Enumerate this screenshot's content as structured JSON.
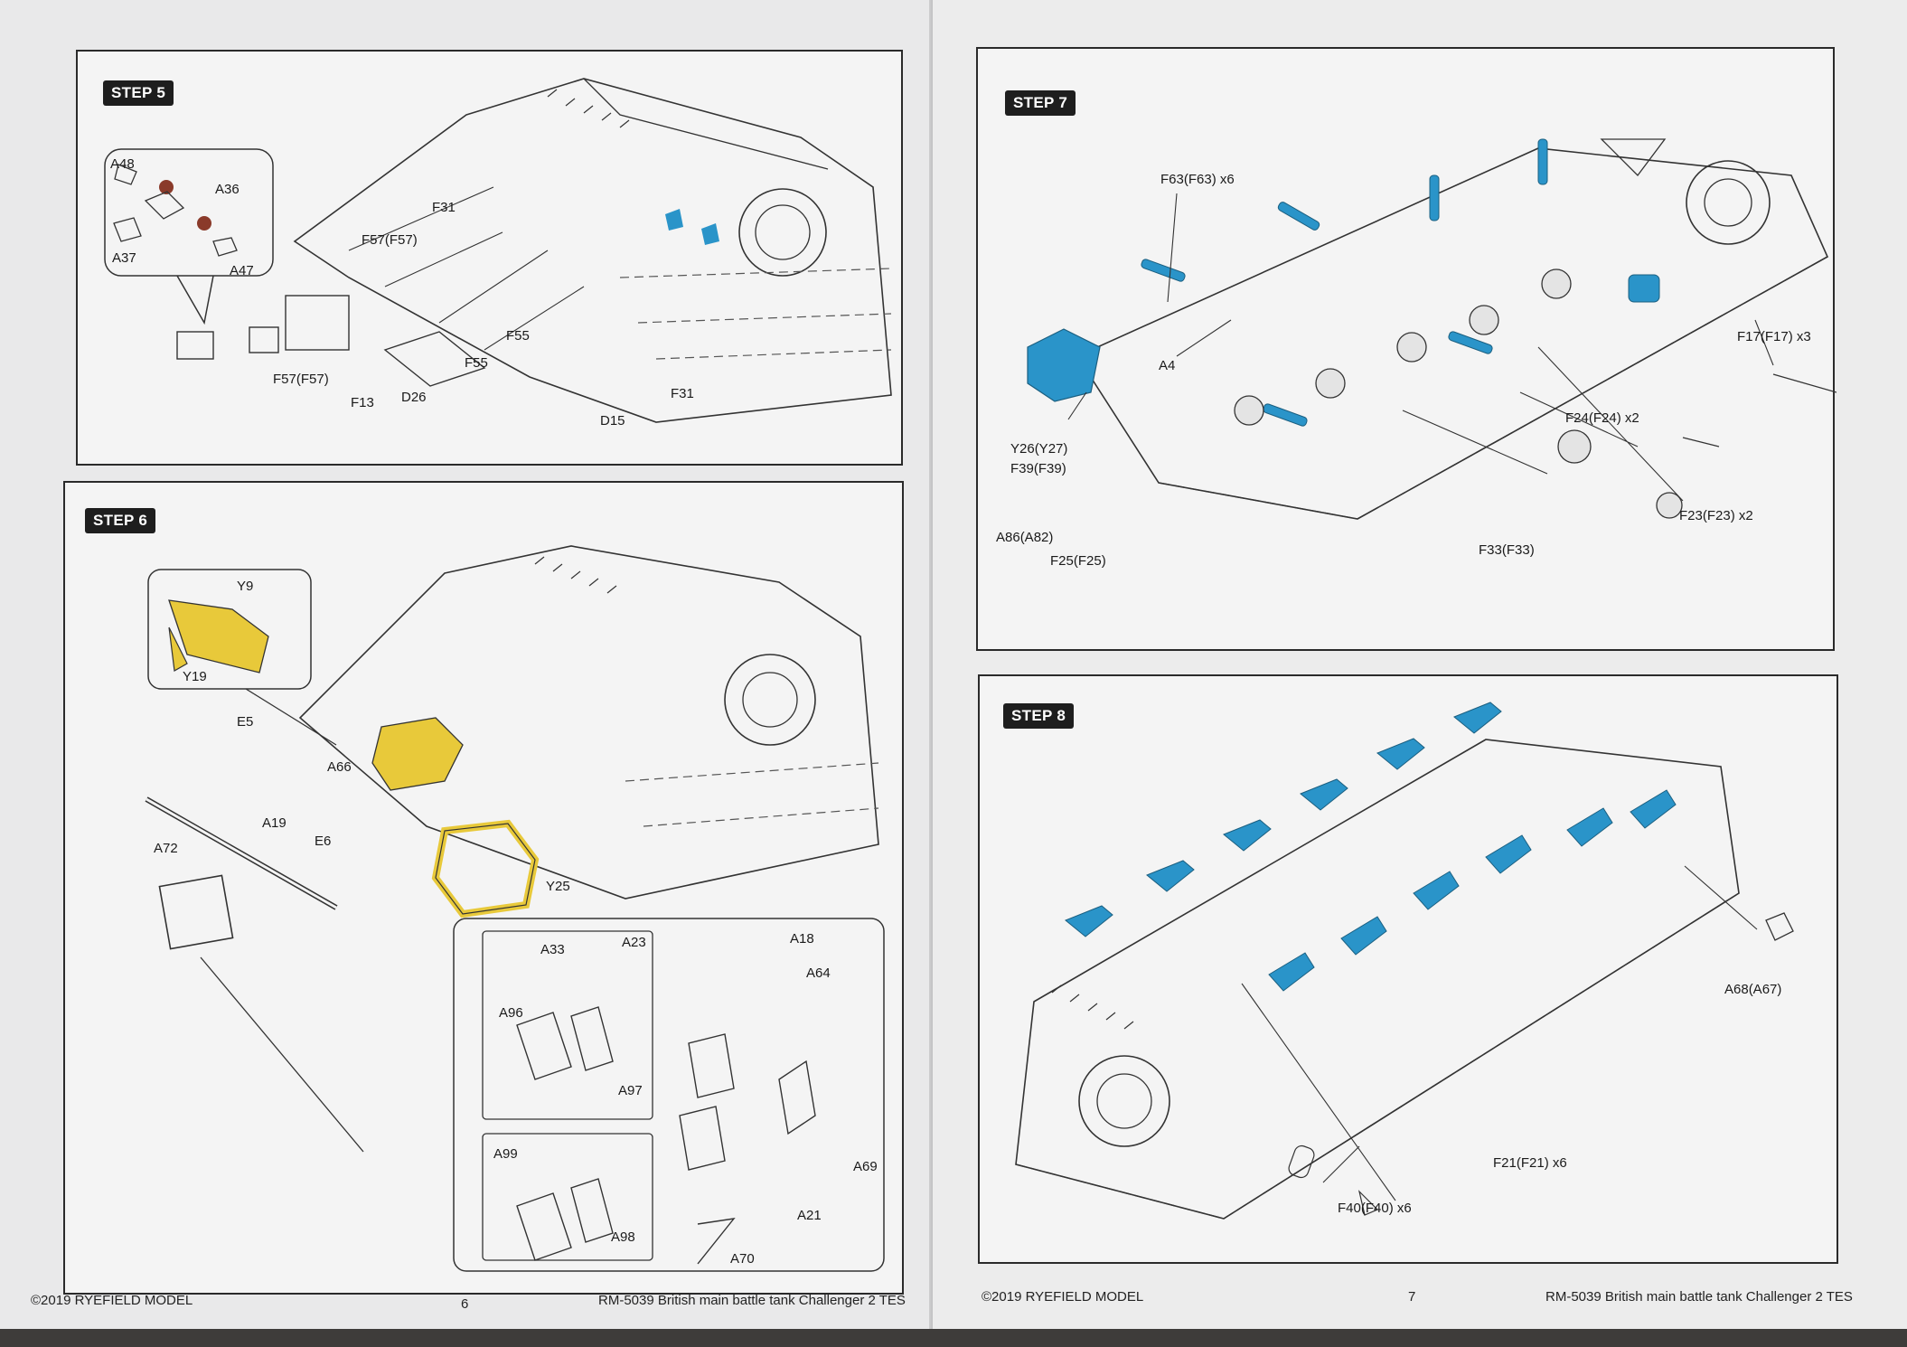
{
  "left_page": {
    "step5": {
      "tag": "STEP 5",
      "labels": [
        "A48",
        "A36",
        "A37",
        "A47",
        "F31",
        "F57(F57)",
        "F57(F57)",
        "F13",
        "D26",
        "F55",
        "F55",
        "D15",
        "F31"
      ]
    },
    "step6": {
      "tag": "STEP 6",
      "labels": [
        "Y9",
        "Y19",
        "E5",
        "A66",
        "A19",
        "E6",
        "A72",
        "Y25",
        "A33",
        "A23",
        "A96",
        "A97",
        "A99",
        "A98",
        "A18",
        "A64",
        "A69",
        "A21",
        "A70"
      ]
    },
    "footer": {
      "copyright": "©2019 RYEFIELD MODEL",
      "page_number": "6",
      "title": "RM-5039 British main battle tank Challenger 2 TES"
    }
  },
  "right_page": {
    "step7": {
      "tag": "STEP 7",
      "labels": [
        "F63(F63) x6",
        "A4",
        "Y26(Y27)",
        "F39(F39)",
        "A86(A82)",
        "F25(F25)",
        "F33(F33)",
        "F24(F24) x2",
        "F23(F23) x2",
        "F17(F17) x3"
      ]
    },
    "step8": {
      "tag": "STEP 8",
      "labels": [
        "A68(A67)",
        "F21(F21) x6",
        "F40(F40) x6"
      ]
    },
    "footer": {
      "copyright": "©2019 RYEFIELD MODEL",
      "page_number": "7",
      "title": "RM-5039 British main battle tank Challenger 2 TES"
    }
  },
  "colors": {
    "highlight_yellow": "#e8c93a",
    "highlight_blue": "#2a94c9",
    "ink": "#1e1e1e"
  }
}
